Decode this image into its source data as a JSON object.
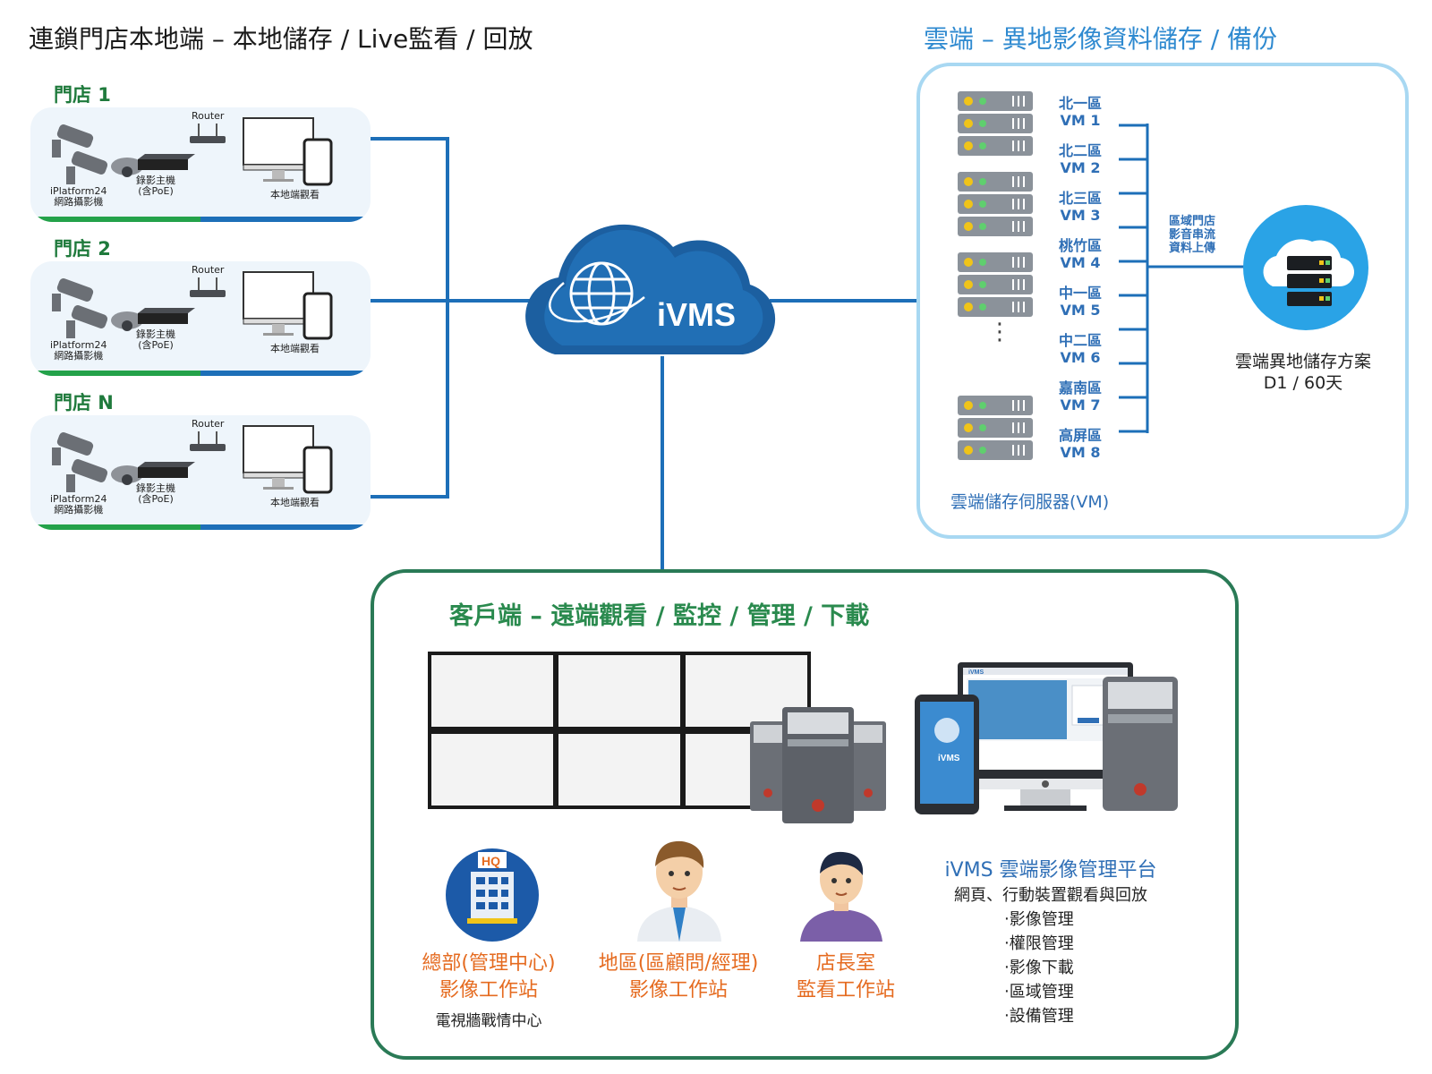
{
  "titles": {
    "left": "連鎖門店本地端 – 本地儲存 / Live監看 / 回放",
    "right": "雲端 – 異地影像資料儲存 / 備份"
  },
  "stores": [
    {
      "name": "門店 1",
      "router": "Router",
      "camera": "iPlatform24\n網路攝影機",
      "recorder": "錄影主機\n(含PoE)",
      "viewer": "本地端觀看"
    },
    {
      "name": "門店 2",
      "router": "Router",
      "camera": "iPlatform24\n網路攝影機",
      "recorder": "錄影主機\n(含PoE)",
      "viewer": "本地端觀看"
    },
    {
      "name": "門店 N",
      "router": "Router",
      "camera": "iPlatform24\n網路攝影機",
      "recorder": "錄影主機\n(含PoE)",
      "viewer": "本地端觀看"
    }
  ],
  "hub": {
    "label": "iVMS"
  },
  "cloud": {
    "vms": [
      {
        "region": "北一區",
        "vm": "VM 1"
      },
      {
        "region": "北二區",
        "vm": "VM 2"
      },
      {
        "region": "北三區",
        "vm": "VM 3"
      },
      {
        "region": "桃竹區",
        "vm": "VM 4"
      },
      {
        "region": "中一區",
        "vm": "VM 5"
      },
      {
        "region": "中二區",
        "vm": "VM 6"
      },
      {
        "region": "嘉南區",
        "vm": "VM 7"
      },
      {
        "region": "高屏區",
        "vm": "VM 8"
      }
    ],
    "dots": "⋮",
    "server_caption": "雲端儲存伺服器(VM)",
    "upload_note": "區域門店\n影音串流\n資料上傳",
    "offsite_title": "雲端異地儲存方案",
    "offsite_detail": "D1 / 60天"
  },
  "client": {
    "title": "客戶端 – 遠端觀看 / 監控 / 管理 / 下載",
    "hq_badge": "HQ",
    "roles": [
      {
        "line1": "總部(管理中心)",
        "line2": "影像工作站",
        "sub": "電視牆戰情中心"
      },
      {
        "line1": "地區(區顧問/經理)",
        "line2": "影像工作站",
        "sub": ""
      },
      {
        "line1": "店長室",
        "line2": "監看工作站",
        "sub": ""
      }
    ],
    "platform": {
      "title": "iVMS 雲端影像管理平台",
      "subtitle": "網頁、行動裝置觀看與回放",
      "features": [
        "‧影像管理",
        "‧權限管理",
        "‧影像下載",
        "‧區域管理",
        "‧設備管理"
      ],
      "screen_brand": "iVMS",
      "phone_brand": "iVMS"
    }
  },
  "colors": {
    "link_blue": "#1d6fb8",
    "cloud_border": "#a8d8f2",
    "client_border": "#2a7a56",
    "store_green": "#1f7a3c",
    "orange": "#e56b20",
    "vm_blue": "#2f6fb6"
  }
}
